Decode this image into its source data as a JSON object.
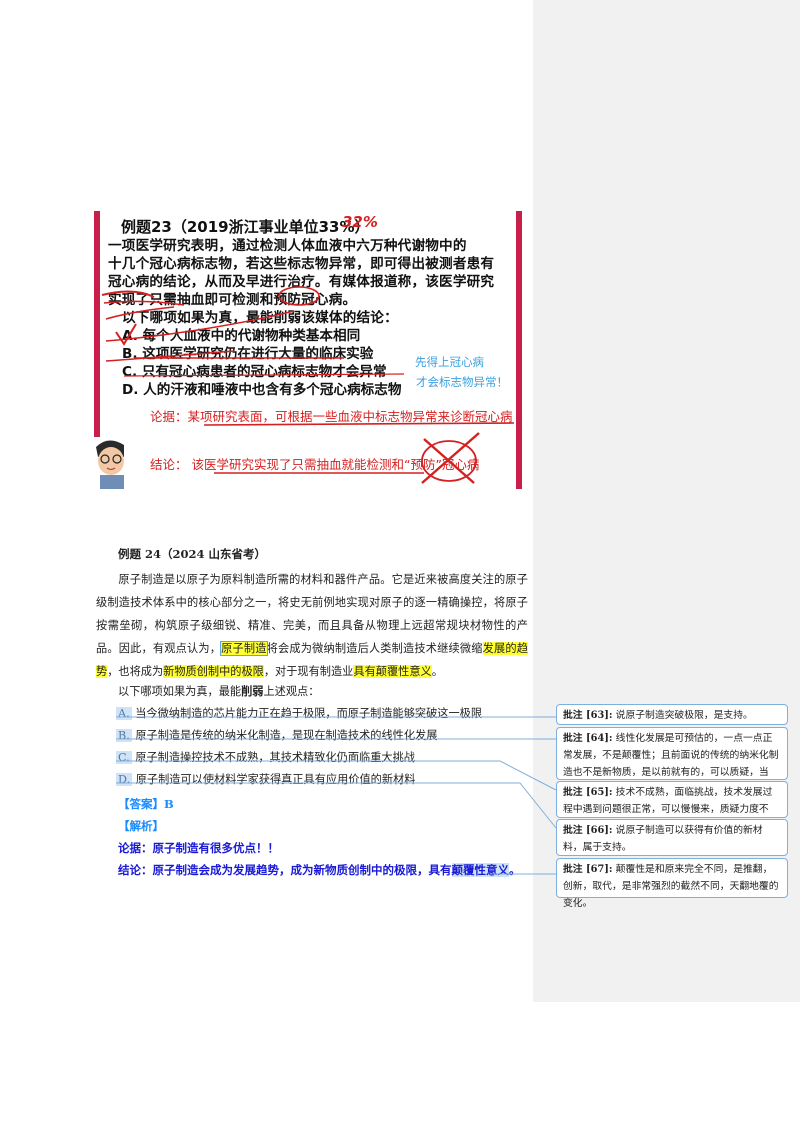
{
  "slide": {
    "title": "例题23（2019浙江事业单位33%）",
    "title_note": "32%",
    "lines": [
      "一项医学研究表明，通过检测人体血液中六万种代谢物中的",
      "十几个冠心病标志物，若这些标志物异常，即可得出被测者患有",
      "冠心病的结论，从而及早进行治疗。有媒体报道称，该医学研究",
      "实现了只需抽血即可检测和预防冠心病。",
      "以下哪项如果为真，最能削弱该媒体的结论："
    ],
    "options": [
      "A. 每个人血液中的代谢物种类基本相同",
      "B. 这项医学研究仍在进行大量的临床实验",
      "C. 只有冠心病患者的冠心病标志物才会异常",
      "D. 人的汗液和唾液中也含有多个冠心病标志物"
    ],
    "blue_note_1": "先得上冠心病",
    "blue_note_2": "才会标志物异常！",
    "argument": "论据：某项研究表面，可根据一些血液中标志物异常来诊断冠心病",
    "conclusion": "结论：  该医学研究实现了只需抽血就能检测和“预防”冠心病"
  },
  "doc": {
    "heading": "例题 24（2024 山东省考）",
    "para": {
      "p1": "原子制造是以原子为原料制造所需的材料和器件产品。它是近来被高度关注的原子级制造技术体系中的核心部分之一，将史无前例地实现对原子的逐一精确操控，将原子按需垒砌，构筑原子级细锐、精准、完美，而且具备从物理上远超常规块材物性的产品。因此，有观点认为，",
      "h1": "原子制造",
      "p2": "将会成为微纳制造后人类制造技术继续微缩",
      "h2": "发展的趋势",
      "p3": "，也将成为",
      "h3": "新物质创制中的极限",
      "p4": "，对于现有制造业",
      "h4": "具有颠覆性意义",
      "p5": "。"
    },
    "question_prefix": "以下哪项如果为真，最能",
    "question_bold": "削弱",
    "question_suffix": "上述观点：",
    "options": [
      {
        "letter": "A.",
        "text": "当今微纳制造的芯片能力正在趋于极限，而原子制造能够突破这一极限"
      },
      {
        "letter": "B.",
        "text": "原子制造是传统的纳米化制造，是现在制造技术的线性化发展"
      },
      {
        "letter": "C.",
        "text": "原子制造操控技术不成熟，其技术精致化仍面临重大挑战"
      },
      {
        "letter": "D.",
        "text": "原子制造可以使材料学家获得真正具有应用价值的新材料"
      }
    ],
    "answer": "【答案】B",
    "analysis": "【解析】",
    "argument": "论据：原子制造有很多优点！！",
    "conclusion_a": "结论：原子制造会成为发展趋势，成为新物质创制中的极限，具有",
    "conclusion_b": "颠覆性意义",
    "conclusion_c": "。"
  },
  "comments": [
    {
      "tag": "批注 [63]:",
      "text": "说原子制造突破极限，是支持。"
    },
    {
      "tag": "批注 [64]:",
      "text": "线性化发展是可预估的，一点一点正常发展，不是颠覆性；且前面说的传统的纳米化制造也不是新物质，是以前就有的，可以质疑，当选。"
    },
    {
      "tag": "批注 [65]:",
      "text": "技术不成熟，面临挑战，技术发展过程中遇到问题很正常，可以慢慢来，质疑力度不大。"
    },
    {
      "tag": "批注 [66]:",
      "text": "说原子制造可以获得有价值的新材料，属于支持。"
    },
    {
      "tag": "批注 [67]:",
      "text": "颠覆性是和原来完全不同，是推翻，创新，取代，是非常强烈的截然不同，天翻地覆的变化。"
    }
  ],
  "colors": {
    "highlight": "#ffff33",
    "comment_border": "#7fb0dd",
    "answer_blue": "#1a8cff",
    "conclusion_blue": "#1a1ad6",
    "slide_red": "#d42020",
    "slide_blue": "#3aa0e0"
  }
}
